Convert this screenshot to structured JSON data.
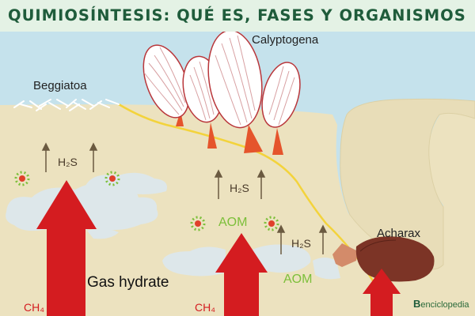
{
  "title": "QUIMIOSÍNTESIS: QUÉ ES, FASES Y ORGANISMOS",
  "labels": {
    "calyptogena": "Calyptogena",
    "beggiatoa": "Beggiatoa",
    "acharax": "Acharax",
    "gas_hydrate": "Gas hydrate",
    "h2s": "H₂S",
    "aom": "AOM",
    "ch4": "CH₄"
  },
  "logo": {
    "b": "B",
    "rest": "enciclopedia"
  },
  "colors": {
    "water": "#c5e2ec",
    "sediment": "#ece2bf",
    "hydrate": "#dde7ea",
    "methane_arrow": "#d41c20",
    "sulfide_line": "#f3d33c",
    "aom_text": "#7cbf3a",
    "title_text": "#1f5c3b"
  }
}
